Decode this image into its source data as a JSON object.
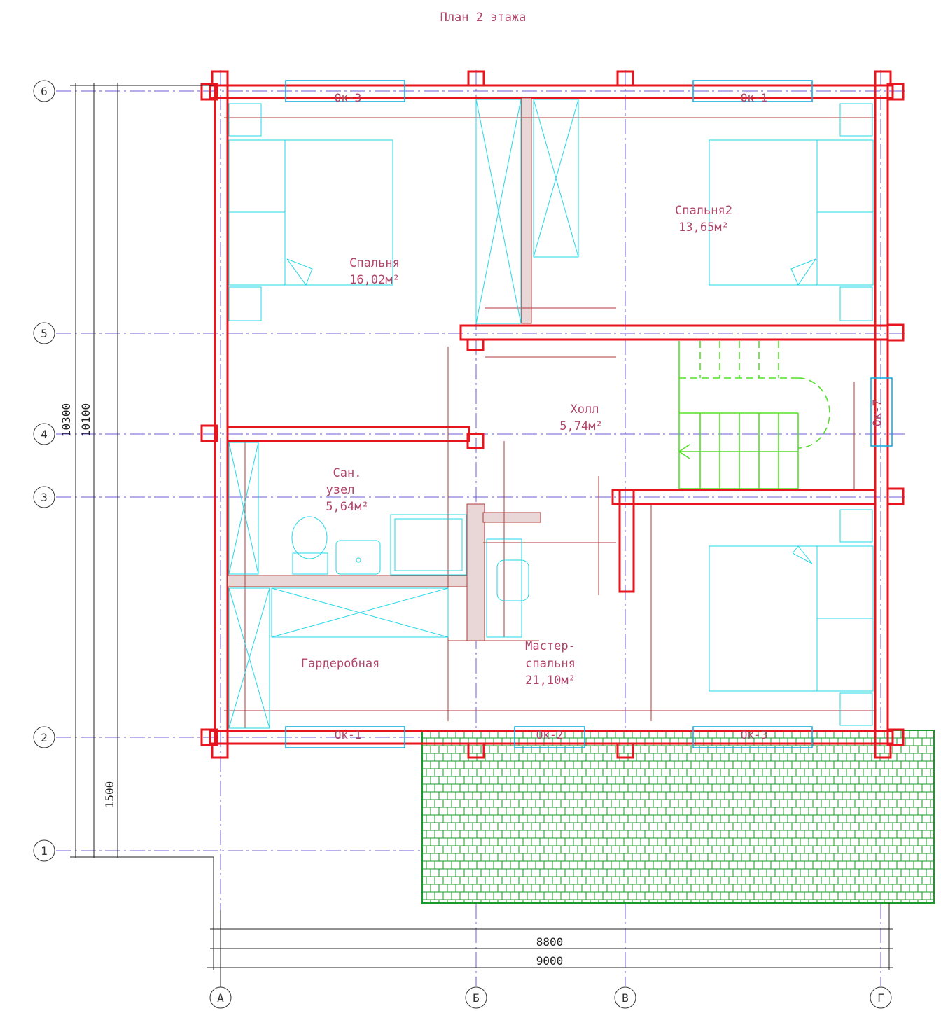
{
  "title": "План 2 этажа",
  "rooms": [
    {
      "id": "bedroom1",
      "name": "Спальня",
      "area": "16,02м²"
    },
    {
      "id": "bedroom2",
      "name": "Спальня2",
      "area": "13,65м²"
    },
    {
      "id": "hall",
      "name": "Холл",
      "area": "5,74м²"
    },
    {
      "id": "bathroom",
      "name_line1": "Сан.",
      "name_line2": "узел",
      "area": "5,64м²"
    },
    {
      "id": "wardrobe",
      "name": "Гардеробная"
    },
    {
      "id": "master",
      "name_line1": "Мастер-",
      "name_line2": "спальня",
      "area": "21,10м²"
    }
  ],
  "windows": {
    "top_left": "Ок-3",
    "top_right": "Ок-1",
    "right": "Ок-7",
    "bottom_left": "Ок-1",
    "bottom_mid": "Ок-2",
    "bottom_right": "Ок-3"
  },
  "row_axes": [
    "6",
    "5",
    "4",
    "3",
    "2",
    "1"
  ],
  "col_axes": [
    "А",
    "Б",
    "В",
    "Г"
  ],
  "dimensions": {
    "vert_outer": "10300",
    "vert_inner": "10100",
    "vert_bottom": "1500",
    "horiz_inner": "8800",
    "horiz_outer": "9000"
  },
  "colors": {
    "walls": "#e8141e",
    "furniture": "#22d8e6",
    "grid_axes": "#6b5cd6",
    "stairs": "#55e02a",
    "roof_hatch": "#1a9a2a",
    "labels": "#b0446a"
  }
}
